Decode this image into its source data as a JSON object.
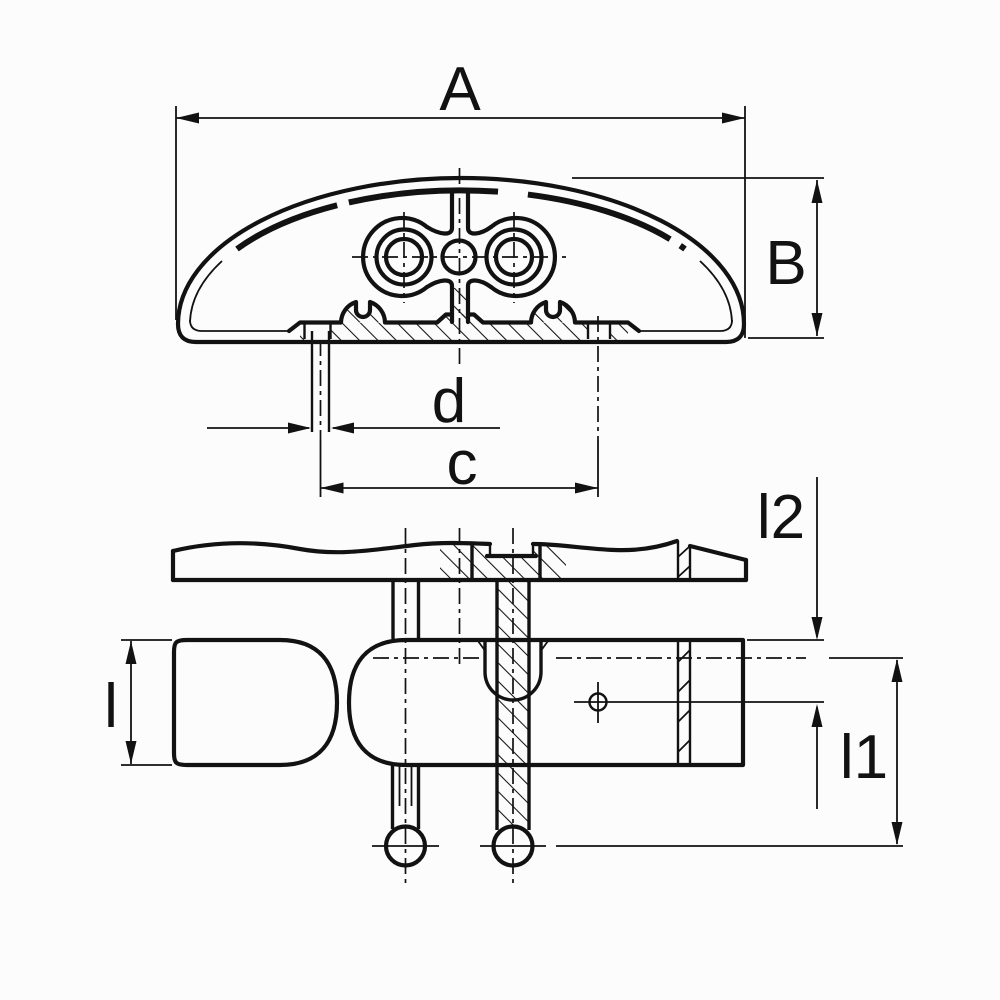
{
  "drawing": {
    "type": "engineering dimension drawing",
    "colors": {
      "ink": "#121212",
      "paper": "#fcfcfc"
    },
    "dimensions": {
      "overall_width": "A",
      "overall_height": "B",
      "stud_diameter": "d",
      "stud_spacing": "c",
      "bar_thickness": "l",
      "length_l1": "l1",
      "length_l2": "l2"
    }
  }
}
